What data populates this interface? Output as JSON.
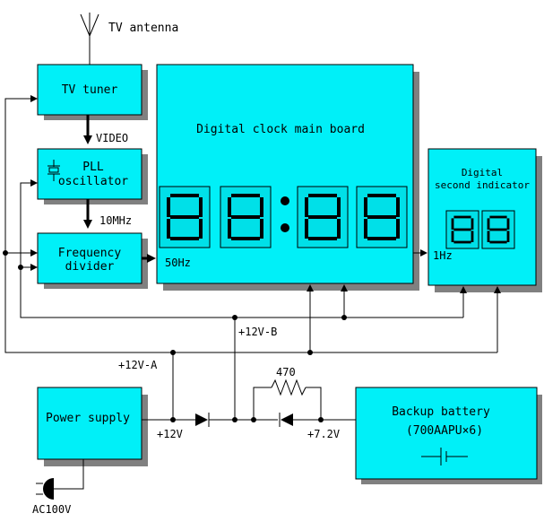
{
  "labels": {
    "tv_antenna": "TV antenna",
    "tv_tuner": "TV tuner",
    "video": "VIDEO",
    "pll_line1": "PLL",
    "pll_line2": "oscillator",
    "freq_10mhz": "10MHz",
    "freq_div_line1": "Frequency",
    "freq_div_line2": "divider",
    "main_board": "Digital clock main board",
    "freq_50hz": "50Hz",
    "second_ind_line1": "Digital",
    "second_ind_line2": "second indicator",
    "freq_1hz": "1Hz",
    "rail_12v_b": "+12V-B",
    "rail_12v_a": "+12V-A",
    "resistor": "470",
    "power_supply": "Power supply",
    "rail_12v": "+12V",
    "rail_7v2": "+7.2V",
    "backup_line1": "Backup battery",
    "backup_line2": "(700AAPU×6)",
    "ac100v": "AC100V"
  },
  "colors": {
    "box_fill": "#00f0f8",
    "shadow": "#808080"
  },
  "main_display": "88:88",
  "second_display": "88"
}
